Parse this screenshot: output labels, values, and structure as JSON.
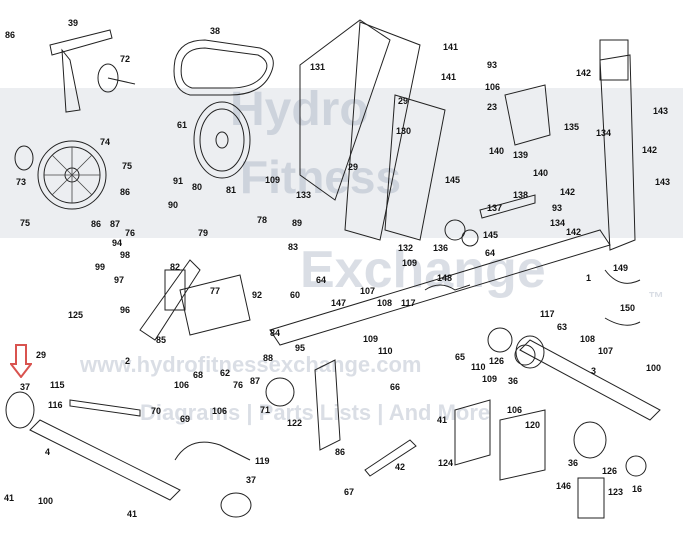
{
  "watermark": {
    "brand_line1": "Hydro",
    "brand_line2": "Fitness",
    "brand_line3": "Exchange",
    "url": "www.hydrofitnessexchange.com",
    "tagline": "Diagrams | Parts Lists | And More",
    "mark": "™"
  },
  "accent_color": "#d9534f",
  "parts": [
    {
      "id": "86a",
      "text": "86"
    },
    {
      "id": "39",
      "text": "39"
    },
    {
      "id": "72",
      "text": "72"
    },
    {
      "id": "38",
      "text": "38"
    },
    {
      "id": "131",
      "text": "131"
    },
    {
      "id": "141a",
      "text": "141"
    },
    {
      "id": "93a",
      "text": "93"
    },
    {
      "id": "141b",
      "text": "141"
    },
    {
      "id": "142a",
      "text": "142"
    },
    {
      "id": "106a",
      "text": "106"
    },
    {
      "id": "29a",
      "text": "29"
    },
    {
      "id": "23",
      "text": "23"
    },
    {
      "id": "143a",
      "text": "143"
    },
    {
      "id": "135",
      "text": "135"
    },
    {
      "id": "134",
      "text": "134"
    },
    {
      "id": "74",
      "text": "74"
    },
    {
      "id": "61",
      "text": "61"
    },
    {
      "id": "130",
      "text": "130"
    },
    {
      "id": "140a",
      "text": "140"
    },
    {
      "id": "139",
      "text": "139"
    },
    {
      "id": "142b",
      "text": "142"
    },
    {
      "id": "73",
      "text": "73"
    },
    {
      "id": "75a",
      "text": "75"
    },
    {
      "id": "29b",
      "text": "29"
    },
    {
      "id": "140b",
      "text": "140"
    },
    {
      "id": "143b",
      "text": "143"
    },
    {
      "id": "91",
      "text": "91"
    },
    {
      "id": "80",
      "text": "80"
    },
    {
      "id": "81",
      "text": "81"
    },
    {
      "id": "109a",
      "text": "109"
    },
    {
      "id": "133",
      "text": "133"
    },
    {
      "id": "145a",
      "text": "145"
    },
    {
      "id": "138",
      "text": "138"
    },
    {
      "id": "142c",
      "text": "142"
    },
    {
      "id": "86b",
      "text": "86"
    },
    {
      "id": "90",
      "text": "90"
    },
    {
      "id": "137",
      "text": "137"
    },
    {
      "id": "93b",
      "text": "93"
    },
    {
      "id": "75b",
      "text": "75"
    },
    {
      "id": "86c",
      "text": "86"
    },
    {
      "id": "87a",
      "text": "87"
    },
    {
      "id": "76a",
      "text": "76"
    },
    {
      "id": "79",
      "text": "79"
    },
    {
      "id": "78",
      "text": "78"
    },
    {
      "id": "89",
      "text": "89"
    },
    {
      "id": "134b",
      "text": "134"
    },
    {
      "id": "145b",
      "text": "145"
    },
    {
      "id": "142d",
      "text": "142"
    },
    {
      "id": "94",
      "text": "94"
    },
    {
      "id": "98",
      "text": "98"
    },
    {
      "id": "83",
      "text": "83"
    },
    {
      "id": "136",
      "text": "136"
    },
    {
      "id": "132",
      "text": "132"
    },
    {
      "id": "99",
      "text": "99"
    },
    {
      "id": "82",
      "text": "82"
    },
    {
      "id": "64a",
      "text": "64"
    },
    {
      "id": "109b",
      "text": "109"
    },
    {
      "id": "64b",
      "text": "64"
    },
    {
      "id": "97",
      "text": "97"
    },
    {
      "id": "77",
      "text": "77"
    },
    {
      "id": "148",
      "text": "148"
    },
    {
      "id": "1",
      "text": "1"
    },
    {
      "id": "149",
      "text": "149"
    },
    {
      "id": "96",
      "text": "96"
    },
    {
      "id": "92",
      "text": "92"
    },
    {
      "id": "60",
      "text": "60"
    },
    {
      "id": "147",
      "text": "147"
    },
    {
      "id": "107a",
      "text": "107"
    },
    {
      "id": "108a",
      "text": "108"
    },
    {
      "id": "117",
      "text": "117"
    },
    {
      "id": "125",
      "text": "125"
    },
    {
      "id": "150",
      "text": "150"
    },
    {
      "id": "117b",
      "text": "117"
    },
    {
      "id": "84",
      "text": "84"
    },
    {
      "id": "63",
      "text": "63"
    },
    {
      "id": "85",
      "text": "85"
    },
    {
      "id": "109c",
      "text": "109"
    },
    {
      "id": "110",
      "text": "110"
    },
    {
      "id": "108b",
      "text": "108"
    },
    {
      "id": "29c",
      "text": "29"
    },
    {
      "id": "2",
      "text": "2"
    },
    {
      "id": "88",
      "text": "88"
    },
    {
      "id": "95",
      "text": "95"
    },
    {
      "id": "65",
      "text": "65"
    },
    {
      "id": "126a",
      "text": "126"
    },
    {
      "id": "107b",
      "text": "107"
    },
    {
      "id": "37a",
      "text": "37"
    },
    {
      "id": "68",
      "text": "68"
    },
    {
      "id": "62",
      "text": "62"
    },
    {
      "id": "110b",
      "text": "110"
    },
    {
      "id": "3",
      "text": "3"
    },
    {
      "id": "100a",
      "text": "100"
    },
    {
      "id": "115",
      "text": "115"
    },
    {
      "id": "106b",
      "text": "106"
    },
    {
      "id": "76b",
      "text": "76"
    },
    {
      "id": "87b",
      "text": "87"
    },
    {
      "id": "66",
      "text": "66"
    },
    {
      "id": "109d",
      "text": "109"
    },
    {
      "id": "36a",
      "text": "36"
    },
    {
      "id": "116",
      "text": "116"
    },
    {
      "id": "70",
      "text": "70"
    },
    {
      "id": "69",
      "text": "69"
    },
    {
      "id": "106c",
      "text": "106"
    },
    {
      "id": "71",
      "text": "71"
    },
    {
      "id": "122",
      "text": "122"
    },
    {
      "id": "41a",
      "text": "41"
    },
    {
      "id": "106d",
      "text": "106"
    },
    {
      "id": "4",
      "text": "4"
    },
    {
      "id": "86d",
      "text": "86"
    },
    {
      "id": "120",
      "text": "120"
    },
    {
      "id": "124",
      "text": "124"
    },
    {
      "id": "42",
      "text": "42"
    },
    {
      "id": "36b",
      "text": "36"
    },
    {
      "id": "126b",
      "text": "126"
    },
    {
      "id": "119",
      "text": "119"
    },
    {
      "id": "37b",
      "text": "37"
    },
    {
      "id": "146",
      "text": "146"
    },
    {
      "id": "16",
      "text": "16"
    },
    {
      "id": "41b",
      "text": "41"
    },
    {
      "id": "100b",
      "text": "100"
    },
    {
      "id": "67",
      "text": "67"
    },
    {
      "id": "123",
      "text": "123"
    },
    {
      "id": "41c",
      "text": "41"
    }
  ]
}
